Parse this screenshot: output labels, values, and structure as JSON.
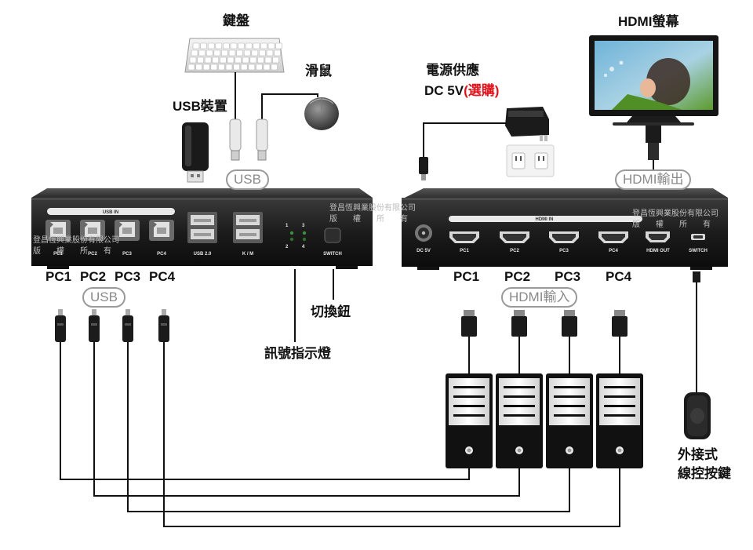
{
  "labels": {
    "keyboard": "鍵盤",
    "mouse": "滑鼠",
    "usb_device": "USB裝置",
    "power_title": "電源供應",
    "power_spec": "DC 5V",
    "power_optional": "(選購)",
    "monitor": "HDMI螢幕",
    "switch_button": "切換鈕",
    "signal_led": "訊號指示燈",
    "remote_line1": "外接式",
    "remote_line2": "線控按鍵"
  },
  "pills": {
    "usb_top": "USB",
    "hdmi_out": "HDMI輸出",
    "usb_bottom": "USB",
    "hdmi_in": "HDMI輸入"
  },
  "left_unit": {
    "strip_label": "USB IN",
    "ports": [
      "PC1",
      "PC2",
      "PC3",
      "PC4"
    ],
    "usb2_label": "USB 2.0",
    "km_label": "K / M",
    "led_numbers": [
      "1",
      "3",
      "2",
      "4"
    ],
    "switch_label": "SWITCH"
  },
  "right_unit": {
    "strip_label": "HDMI IN",
    "dc_label": "DC 5V",
    "ports": [
      "PC1",
      "PC2",
      "PC3",
      "PC4"
    ],
    "hdmi_out_label": "HDMI OUT",
    "switch_label": "SWITCH"
  },
  "pc_labels_left": [
    "PC1",
    "PC2",
    "PC3",
    "PC4"
  ],
  "pc_labels_right": [
    "PC1",
    "PC2",
    "PC3",
    "PC4"
  ],
  "watermarks": {
    "left_line1": "登昌恆興業股份有限公司",
    "left_line2": "版　　權　　所　　有",
    "right_line1": "登昌恆興業股份有限公司",
    "right_line2": "版　　權　　所　　有"
  },
  "colors": {
    "device_body": "#1b1b1b",
    "label_red": "#e0141e",
    "pill_border": "#9a9a9a",
    "cable": "#111111"
  }
}
